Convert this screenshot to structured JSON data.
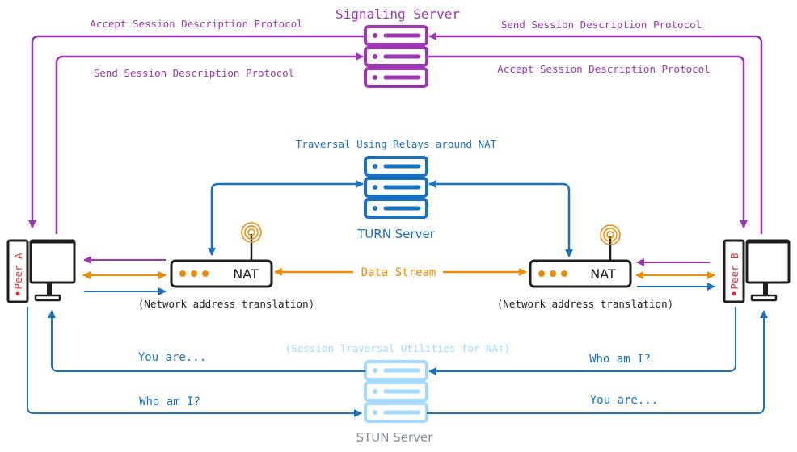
{
  "colors": {
    "signaling": "#9c36b5",
    "turn": "#1971c2",
    "stream": "#f08c00",
    "stun": "#a5d8ff",
    "stun_text": "#868e96",
    "peer_label": "#e03131",
    "ink": "#1e1e1e"
  },
  "signaling": {
    "title": "Signaling Server",
    "left_accept": "Accept Session Description Protocol",
    "left_send": "Send Session Description Protocol",
    "right_send": "Send Session Description Protocol",
    "right_accept": "Accept Session Description Protocol"
  },
  "turn": {
    "caption": "Traversal Using Relays around NAT",
    "title": "TURN Server"
  },
  "nat_left": {
    "label": "NAT",
    "caption": "(Network address translation)"
  },
  "nat_right": {
    "label": "NAT",
    "caption": "(Network address translation)"
  },
  "stream": {
    "label": "Data Stream"
  },
  "peers": {
    "a": "Peer A",
    "b": "Peer B"
  },
  "stun": {
    "caption": "(Session Traversal Utilities for NAT)",
    "title": "STUN Server",
    "left_top": "You are...",
    "left_bottom": "Who am I?",
    "right_top": "Who am I?",
    "right_bottom": "You are..."
  }
}
